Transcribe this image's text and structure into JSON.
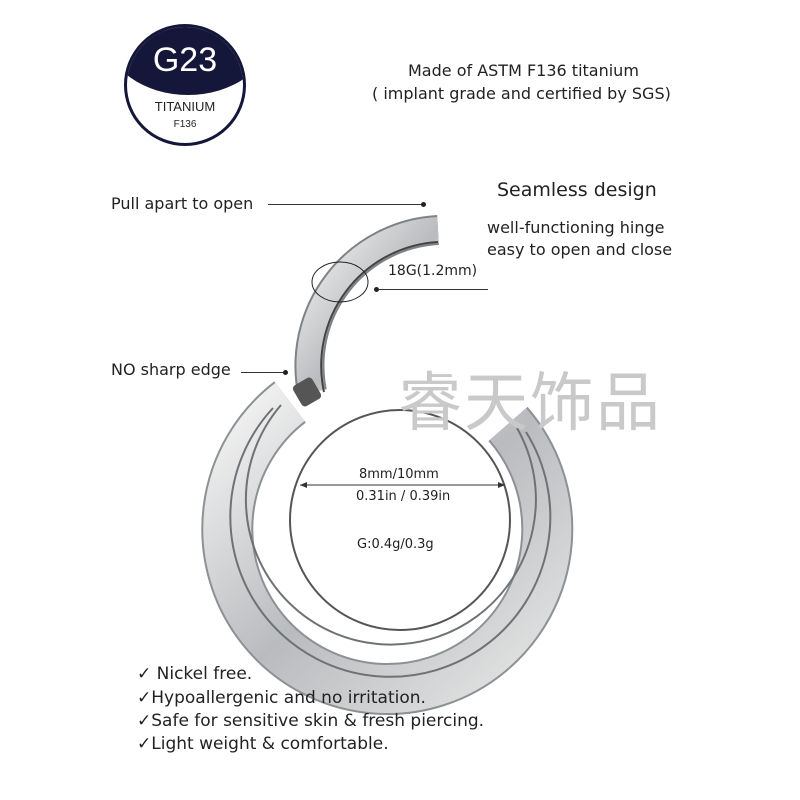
{
  "badge": {
    "grade": "G23",
    "material": "TITANIUM",
    "standard": "F136"
  },
  "header": {
    "line1": "Made of ASTM F136 titanium",
    "line2": "( implant grade and certified by SGS)"
  },
  "callouts": {
    "pull_apart": "Pull apart to open",
    "no_sharp": "NO sharp edge",
    "gauge": "18G(1.2mm)",
    "seamless_title": "Seamless design",
    "seamless_1": "well-functioning hinge",
    "seamless_2": "easy to open and close",
    "diameter_mm": "8mm/10mm",
    "diameter_in": "0.31in / 0.39in",
    "weight": "G:0.4g/0.3g"
  },
  "watermark": "睿天饰品",
  "features": [
    "✓ Nickel free.",
    "✓Hypoallergenic and no irritation.",
    "✓Safe for sensitive skin & fresh piercing.",
    "✓Light weight & comfortable."
  ],
  "colors": {
    "badge": "#14163a",
    "metal": "#c8cacc"
  }
}
